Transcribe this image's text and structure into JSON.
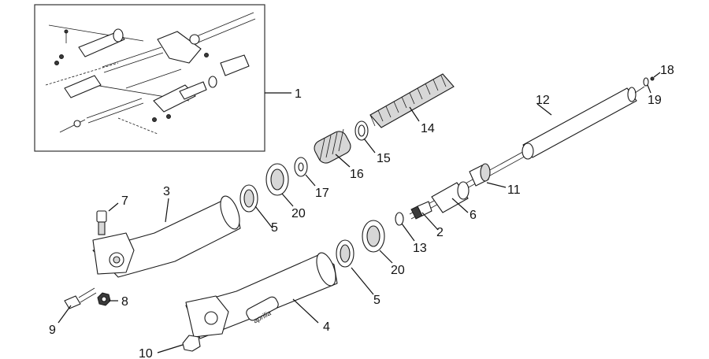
{
  "brand_text": "aprilia",
  "callouts": {
    "c1": "1",
    "c2": "2",
    "c3": "3",
    "c4": "4",
    "c5a": "5",
    "c5b": "5",
    "c6": "6",
    "c7": "7",
    "c8": "8",
    "c9": "9",
    "c10": "10",
    "c11": "11",
    "c12": "12",
    "c13": "13",
    "c14": "14",
    "c15": "15",
    "c16": "16",
    "c17": "17",
    "c18": "18",
    "c19": "19",
    "c20a": "20",
    "c20b": "20"
  }
}
